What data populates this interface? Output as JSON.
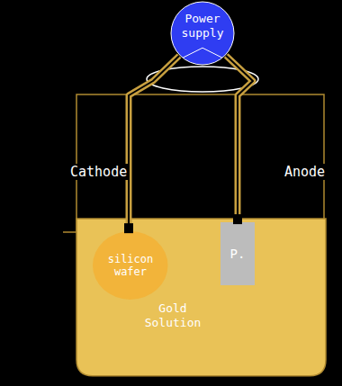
{
  "diagram": {
    "nodes": [
      {
        "text": [
          "Power supply"
        ]
      },
      {
        "text": [
          "Gold Solution"
        ]
      },
      {
        "text": [
          "silicon wafer"
        ],
        "in": 1
      },
      {
        "text": [
          "P."
        ],
        "in": 1
      }
    ],
    "edges": [
      {
        "from": 0,
        "to": 2,
        "label": "Cathode",
        "arrow": "none"
      },
      {
        "from": 0,
        "to": 3,
        "label": "Anode",
        "arrow": "none"
      }
    ]
  }
}
